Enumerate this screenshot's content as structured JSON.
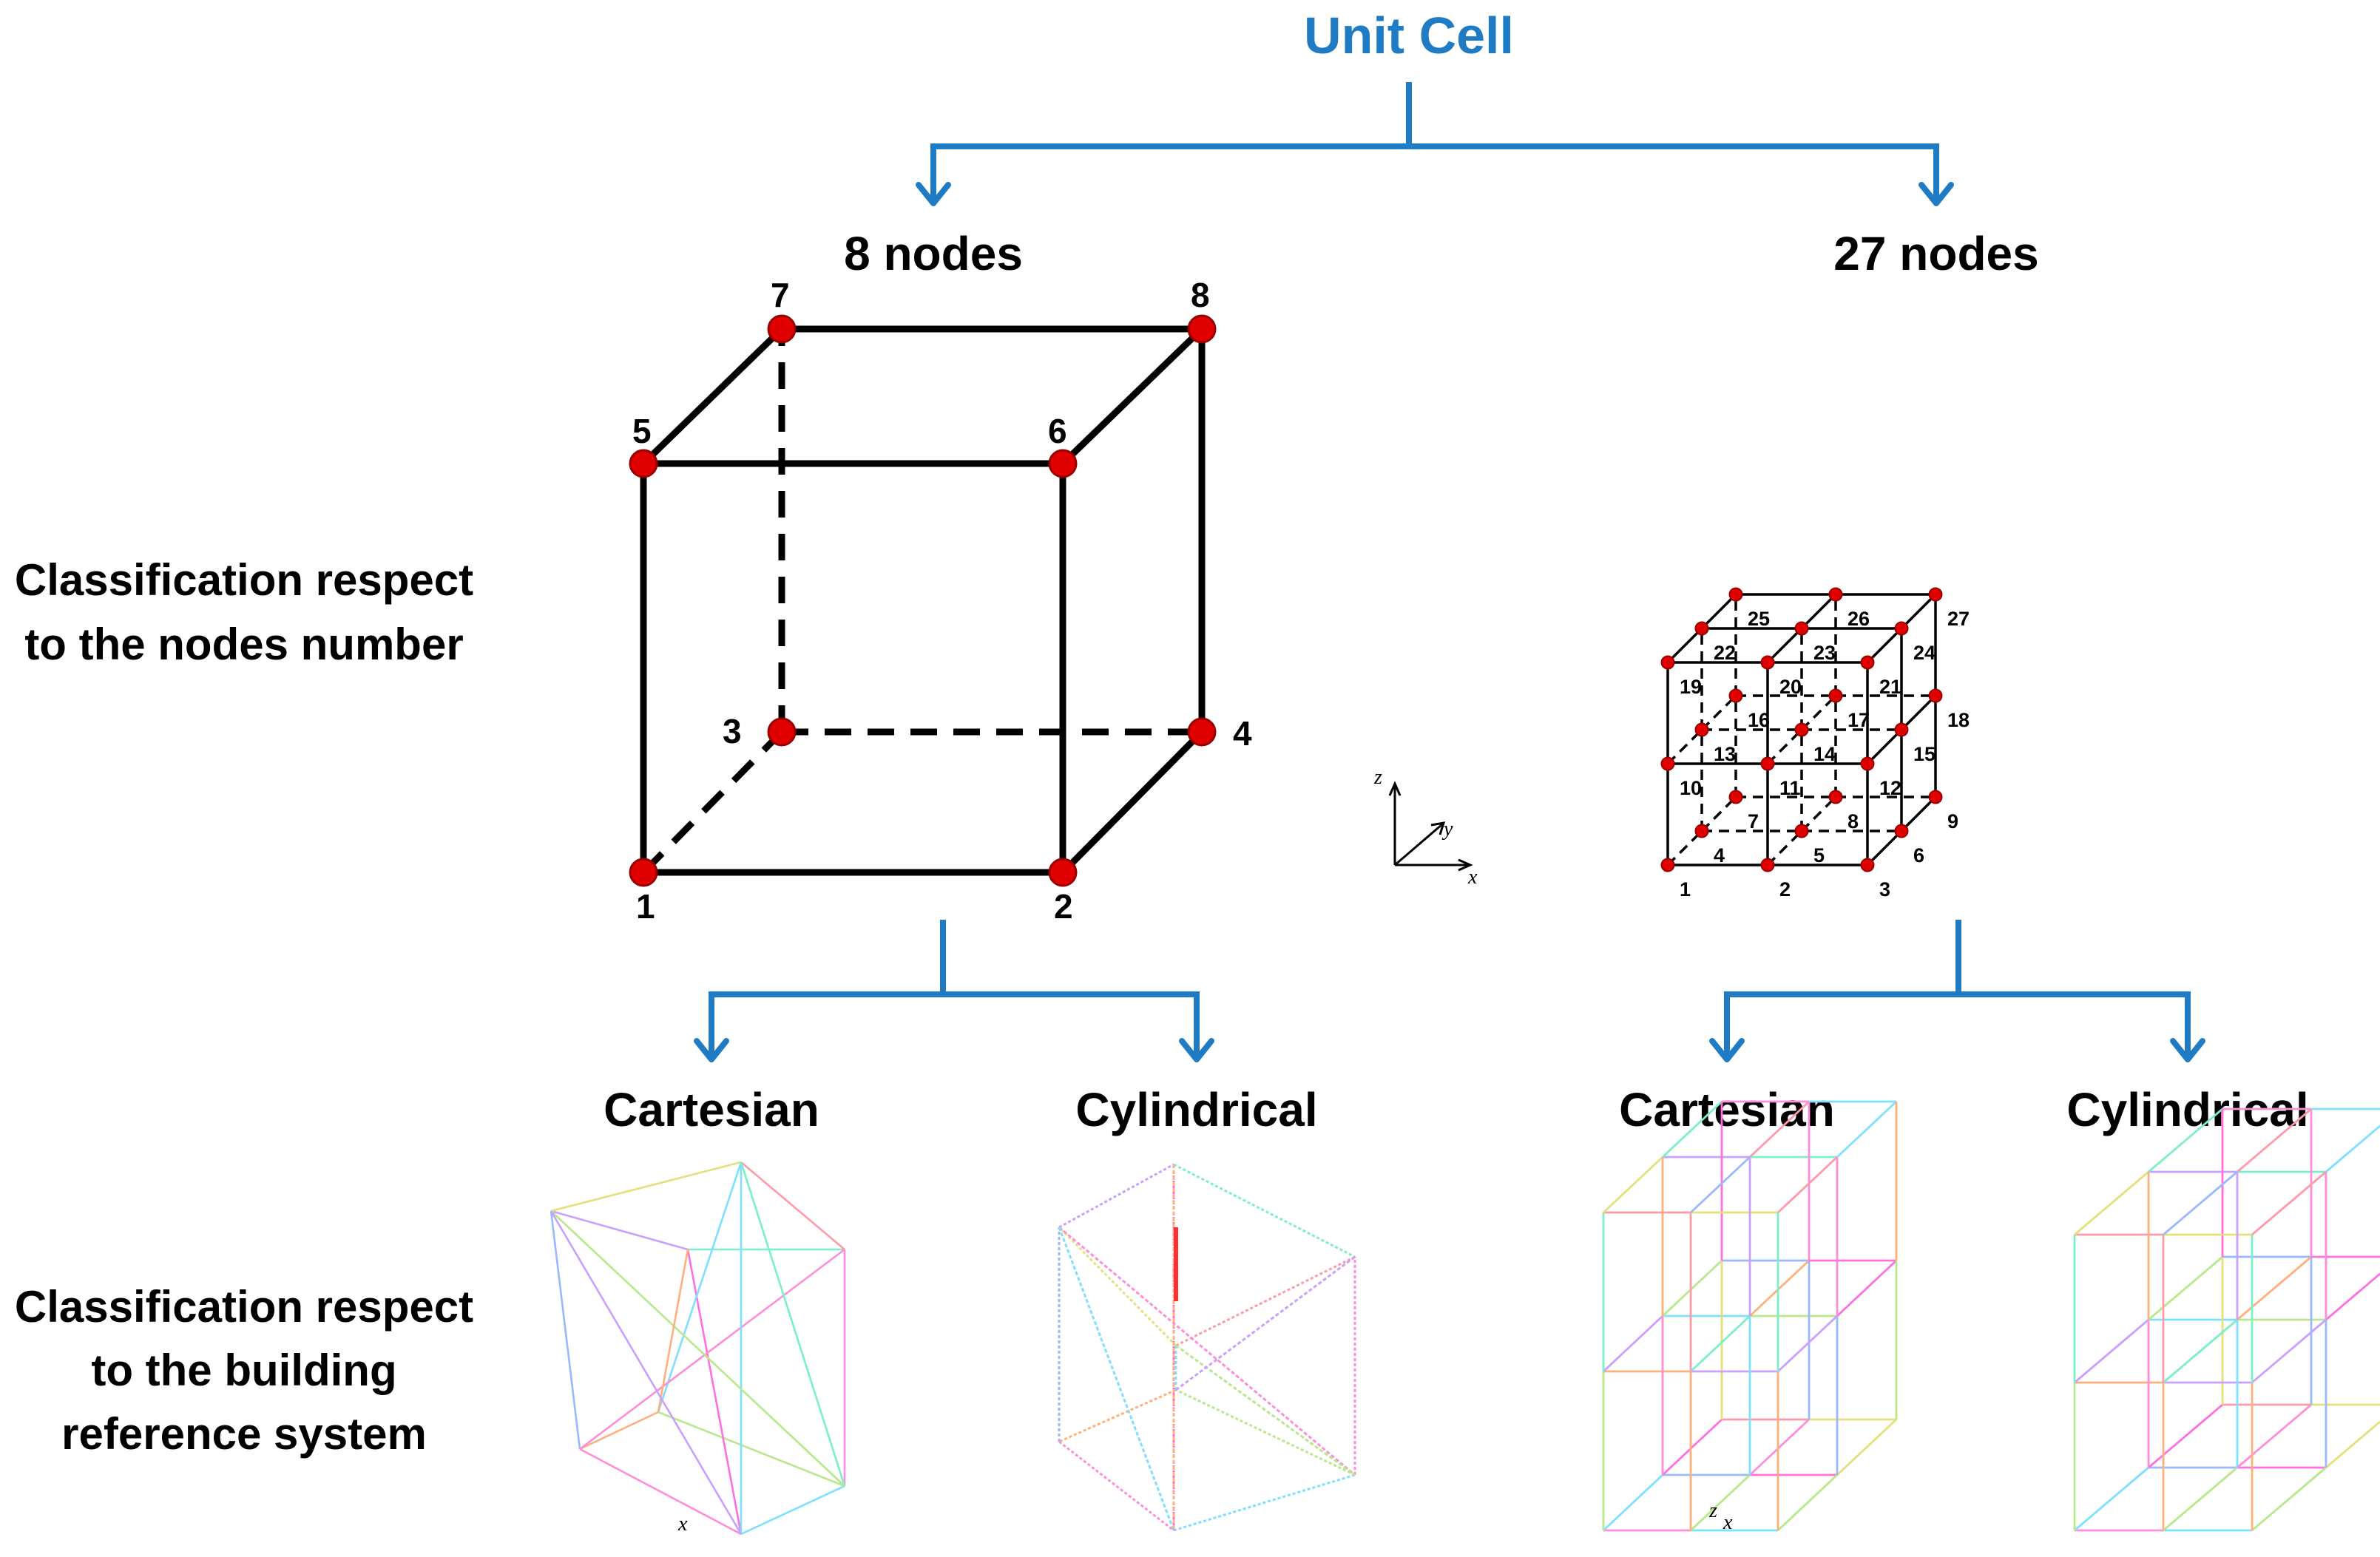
{
  "colors": {
    "title": "#1e7bc4",
    "arrow": "#1e7bc4",
    "node": "#e00000",
    "edge": "#000000"
  },
  "title": "Unit Cell",
  "side_labels": {
    "nodes_number": [
      "Classification respect",
      "to the nodes number"
    ],
    "reference_system": [
      "Classification respect",
      "to the building",
      "reference system"
    ]
  },
  "branches": {
    "left": {
      "label": "8 nodes",
      "sub": [
        "Cartesian",
        "Cylindrical"
      ]
    },
    "right": {
      "label": "27 nodes",
      "sub": [
        "Cartesian",
        "Cylindrical"
      ]
    }
  },
  "cube8": {
    "node_labels": [
      "1",
      "2",
      "3",
      "4",
      "5",
      "6",
      "7",
      "8"
    ]
  },
  "cube27": {
    "node_labels": [
      "1",
      "2",
      "3",
      "4",
      "5",
      "6",
      "7",
      "8",
      "9",
      "10",
      "11",
      "12",
      "13",
      "14",
      "15",
      "16",
      "17",
      "18",
      "19",
      "20",
      "21",
      "22",
      "23",
      "24",
      "25",
      "26",
      "27"
    ]
  },
  "axes": {
    "z": "z",
    "y": "y",
    "x": "x"
  },
  "thumbnail_axes": {
    "z": "z",
    "x": "x"
  }
}
